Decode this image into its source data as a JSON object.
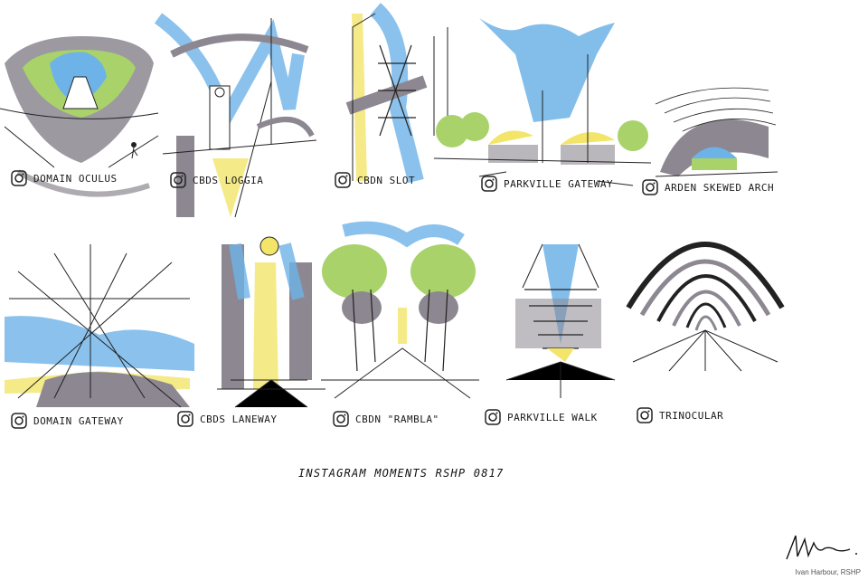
{
  "sheet_title": "INSTAGRAM MOMENTS RSHP 0817",
  "credit": "Ivan Harbour, RSHP",
  "colors": {
    "ink": "#222222",
    "grey": "#8c8790",
    "blue": "#6db3e8",
    "yellow": "#f3e56a",
    "green": "#a9d26a"
  },
  "labels": {
    "domain_oculus": "DOMAIN OCULUS",
    "cbds_loggia": "CBDS LOGGIA",
    "cbdn_slot": "CBDN SLOT",
    "parkville_gateway": "PARKVILLE GATEWAY",
    "arden_skewed_arch": "ARDEN SKEWED ARCH",
    "domain_gateway": "DOMAIN GATEWAY",
    "cbds_laneway": "CBDS LANEWAY",
    "cbdn_rambla": "CBDN \"RAMBLA\"",
    "parkville_walk": "PARKVILLE WALK",
    "trinocular": "TRINOCULAR"
  }
}
